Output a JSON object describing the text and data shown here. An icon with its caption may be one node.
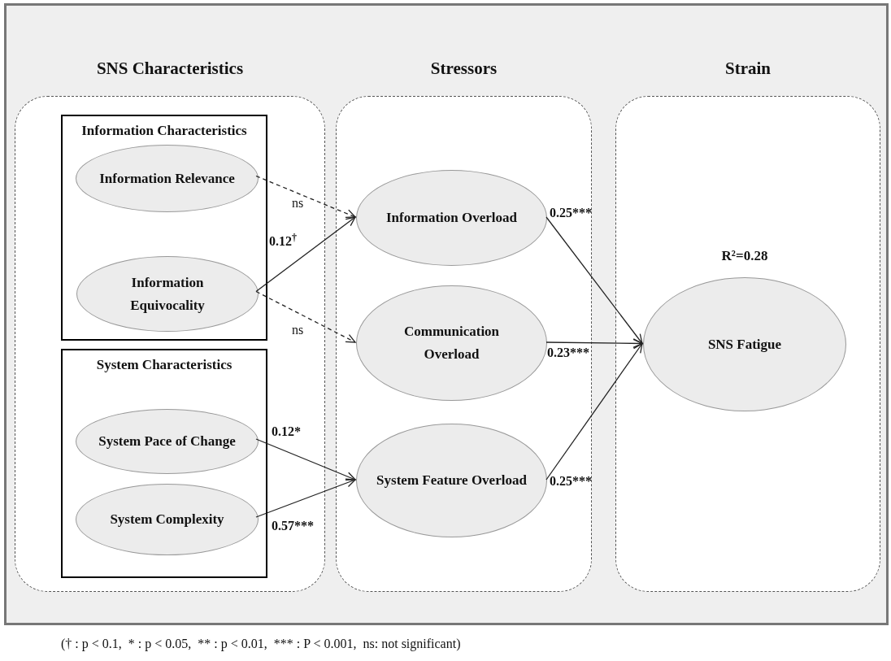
{
  "diagram": {
    "caption": "(† : p < 0.1,  * : p < 0.05,  ** : p < 0.01,  *** : P < 0.001,  ns: not significant)",
    "nodes": [
      {
        "text": [
          "SNS Characteristics"
        ]
      },
      {
        "text": [
          "Information Characteristics"
        ],
        "in": 0
      },
      {
        "text": [
          "Information Relevance"
        ],
        "in": 1
      },
      {
        "text": [
          "Information Equivocality"
        ],
        "in": 1
      },
      {
        "text": [
          "System Characteristics"
        ],
        "in": 0
      },
      {
        "text": [
          "System Pace of Change"
        ],
        "in": 4
      },
      {
        "text": [
          "System Complexity"
        ],
        "in": 4
      },
      {
        "text": [
          "Stressors"
        ]
      },
      {
        "text": [
          "Information Overload"
        ],
        "in": 7
      },
      {
        "text": [
          "Communication Overload"
        ],
        "in": 7
      },
      {
        "text": [
          "System Feature Overload"
        ],
        "in": 7
      },
      {
        "text": [
          "Strain"
        ]
      },
      {
        "text": [
          "SNS Fatigue"
        ],
        "in": 11,
        "beside": [
          "R²=0.28"
        ]
      }
    ],
    "edges": [
      {
        "from": 2,
        "to": 8,
        "arrow": "to",
        "label": "ns",
        "style": "dashed"
      },
      {
        "from": 3,
        "to": 8,
        "arrow": "to",
        "label": "0.12$^{†}$"
      },
      {
        "from": 3,
        "to": 9,
        "arrow": "to",
        "label": "ns",
        "style": "dashed"
      },
      {
        "from": 5,
        "to": 10,
        "arrow": "to",
        "label": "0.12*"
      },
      {
        "from": 6,
        "to": 10,
        "arrow": "to",
        "label": "0.57***"
      },
      {
        "from": 8,
        "to": 12,
        "arrow": "to",
        "label": "0.25***"
      },
      {
        "from": 9,
        "to": 12,
        "arrow": "to",
        "label": "0.23***"
      },
      {
        "from": 10,
        "to": 12,
        "arrow": "to",
        "label": "0.25***"
      }
    ]
  }
}
